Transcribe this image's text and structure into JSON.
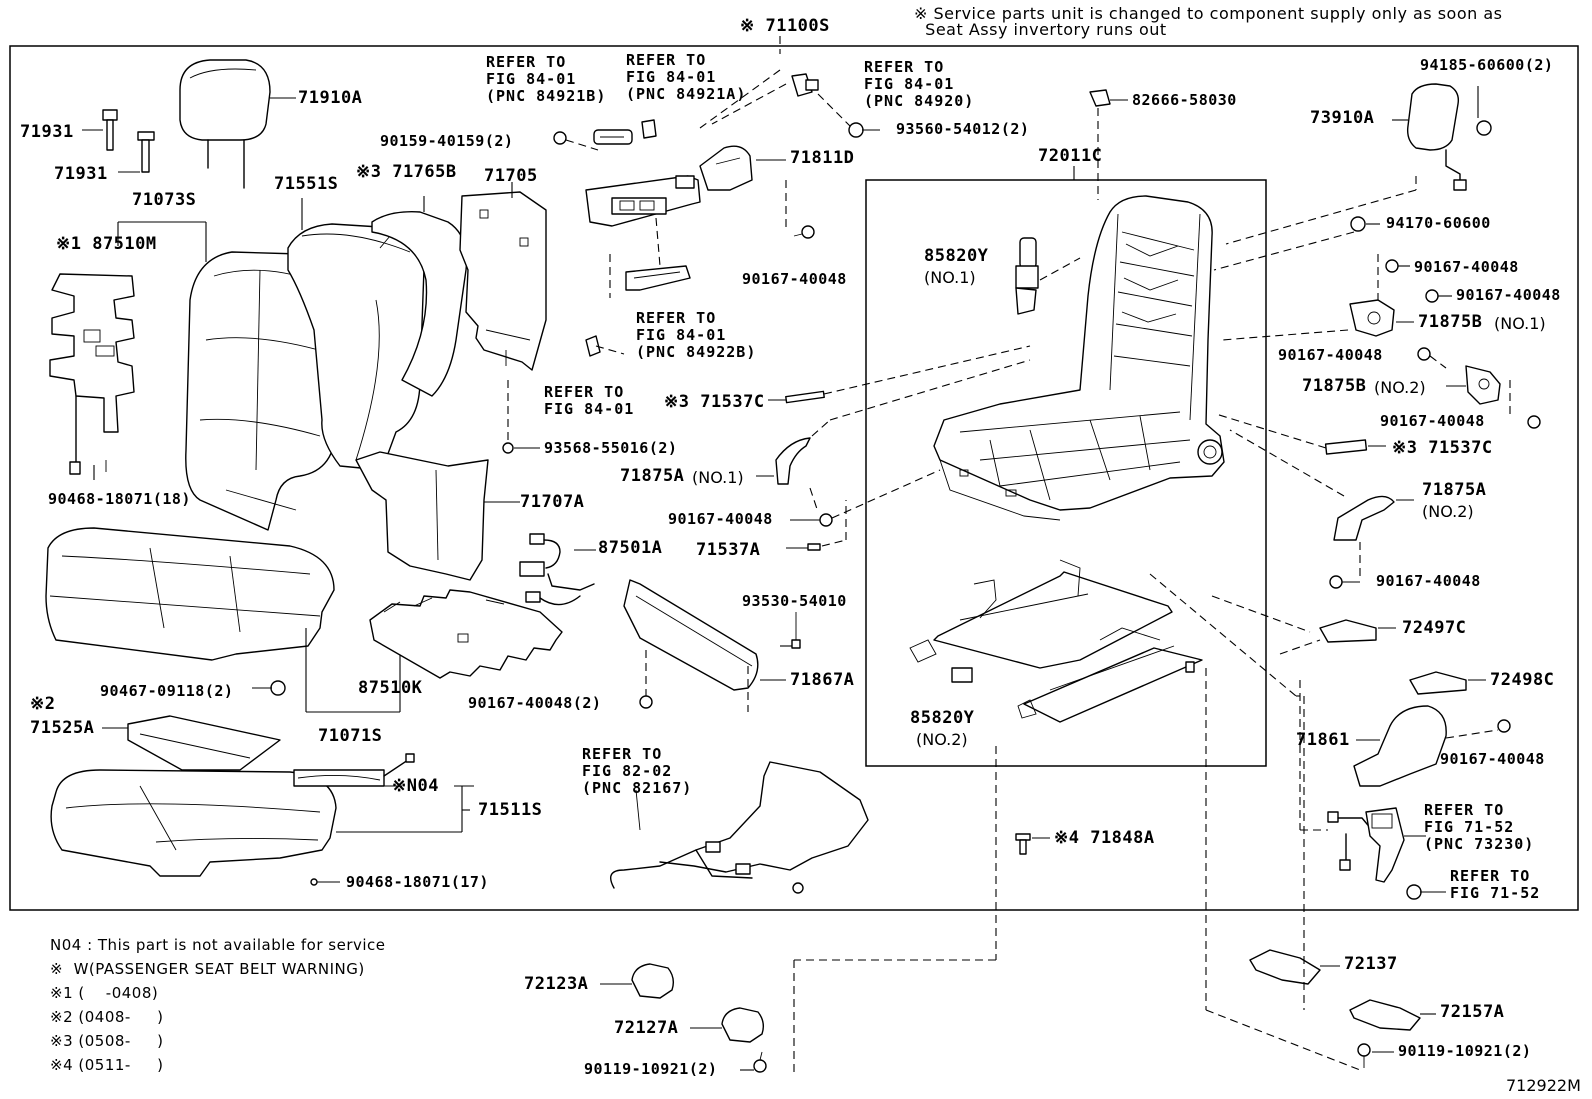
{
  "header": {
    "note": "※ Service parts unit is changed to component supply only as soon as\n  Seat Assy invertory runs out"
  },
  "parts": {
    "p71100S": "※ 71100S",
    "p71910A": "71910A",
    "p71931a": "71931",
    "p71931b": "71931",
    "p71073S": "71073S",
    "p87510M": "※1 87510M",
    "p90468_18": "90468-18071(18)",
    "p71551S": "71551S",
    "p71765B": "※3 71765B",
    "p71705": "71705",
    "p71707A": "71707A",
    "p90159": "90159-40159(2)",
    "p71811D": "71811D",
    "p90167_a": "90167-40048",
    "p93560": "93560-54012(2)",
    "p93568": "93568-55016(2)",
    "p82666": "82666-58030",
    "p72011C": "72011C",
    "p85820Y1": "85820Y",
    "p85820Y1n": "(NO.1)",
    "p73910A": "73910A",
    "p94185": "94185-60600(2)",
    "p94170": "94170-60600",
    "p90167_b": "90167-40048",
    "p90167_c": "90167-40048",
    "p71875B1": "71875B",
    "p71875B1n": "(NO.1)",
    "p90167_d": "90167-40048",
    "p71875B2": "71875B",
    "p71875B2n": "(NO.2)",
    "p90167_e": "90167-40048",
    "p71537C_l": "※3 71537C",
    "p71537C_r": "※3 71537C",
    "p71875A1": "71875A",
    "p71875A1n": "(NO.1)",
    "p71875A2": "71875A",
    "p71875A2n": "(NO.2)",
    "p90167_f": "90167-40048",
    "p71537A": "71537A",
    "p90167_g": "90167-40048",
    "p87501A": "87501A",
    "p93530": "93530-54010",
    "p72497C": "72497C",
    "p72498C": "72498C",
    "p90467": "90467-09118(2)",
    "p87510K": "87510K",
    "p71867A": "71867A",
    "p90167_h": "90167-40048(2)",
    "p85820Y2": "85820Y",
    "p85820Y2n": "(NO.2)",
    "p71861": "71861",
    "p90167_i": "90167-40048",
    "p71525A_note": "※2",
    "p71525A": "71525A",
    "p71071S": "71071S",
    "pN04": "※N04",
    "p71511S": "71511S",
    "p71848A": "※4 71848A",
    "p90468_17": "90468-18071(17)",
    "p72123A": "72123A",
    "p72127A": "72127A",
    "p90119_a": "90119-10921(2)",
    "p72137": "72137",
    "p72157A": "72157A",
    "p90119_b": "90119-10921(2)"
  },
  "refs": {
    "r84921B": "REFER TO\nFIG 84-01\n(PNC 84921B)",
    "r84921A": "REFER TO\nFIG 84-01\n(PNC 84921A)",
    "r84920": "REFER TO\nFIG 84-01\n(PNC 84920)",
    "r84922B": "REFER TO\nFIG 84-01\n(PNC 84922B)",
    "r8401": "REFER TO\nFIG 84-01",
    "r82167": "REFER TO\nFIG 82-02\n(PNC 82167)",
    "r73230": "REFER TO\nFIG 71-52\n(PNC 73230)",
    "r7152": "REFER TO\nFIG 71-52"
  },
  "legend": {
    "l1": "N04 : This part is not available for service",
    "l2": "※  W(PASSENGER SEAT BELT WARNING)",
    "l3": "※1 (    -0408)",
    "l4": "※2 (0408-     )",
    "l5": "※3 (0508-     )",
    "l6": "※4 (0511-     )"
  },
  "figure_code": "712922M"
}
